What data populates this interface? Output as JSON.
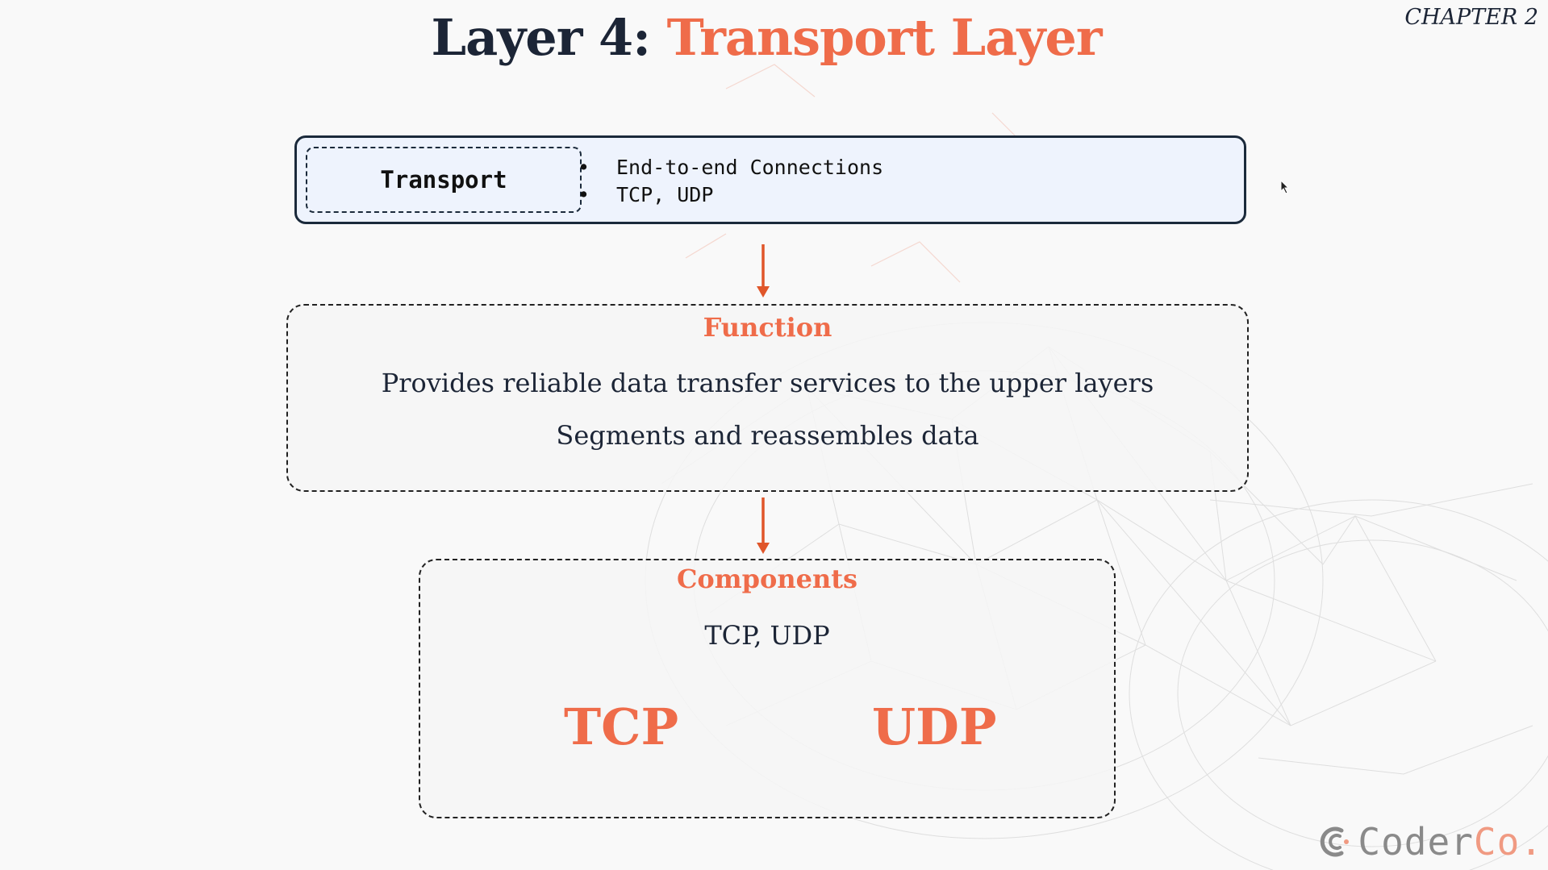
{
  "header": {
    "title_prefix": "Layer 4: ",
    "title_accent": "Transport Layer",
    "chapter": "CHAPTER 2"
  },
  "layer_box": {
    "name": "Transport",
    "items": [
      "End-to-end Connections",
      "TCP, UDP"
    ]
  },
  "function_card": {
    "heading": "Function",
    "lines": [
      "Provides reliable data transfer services to the upper layers",
      "Segments and reassembles data"
    ]
  },
  "components_card": {
    "heading": "Components",
    "summary": "TCP, UDP",
    "protocols": [
      "TCP",
      "UDP"
    ]
  },
  "brand": {
    "name_main": "Coder",
    "name_accent": "Co."
  },
  "colors": {
    "accent": "#ef6c4a",
    "dark": "#1c2536",
    "arrow": "#e0562a",
    "layer_box_bg": "#eef3fd"
  },
  "icons": [
    "coderco-logo-icon",
    "mouse-cursor-icon",
    "arrow-down-icon"
  ]
}
